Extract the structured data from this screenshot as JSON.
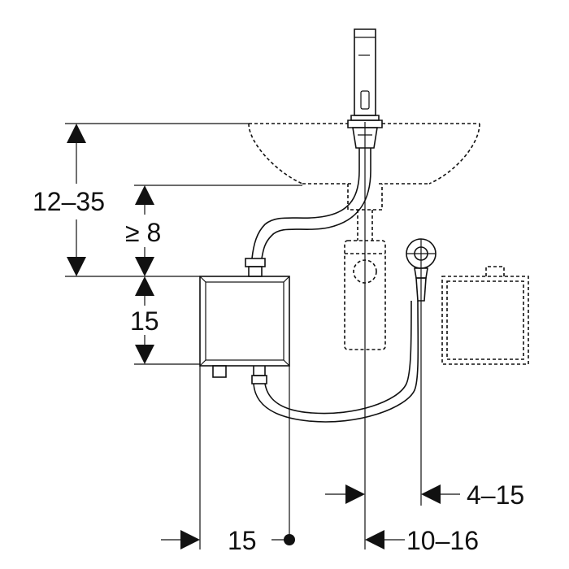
{
  "diagram": {
    "dimensions": {
      "overall_height": "12–35",
      "min_clearance": "≥ 8",
      "box_height": "15",
      "box_width": "15",
      "offset_from_spout_axis": "10–16",
      "valve_offset": "4–15"
    },
    "colors": {
      "line": "#111111",
      "background": "#ffffff"
    }
  }
}
